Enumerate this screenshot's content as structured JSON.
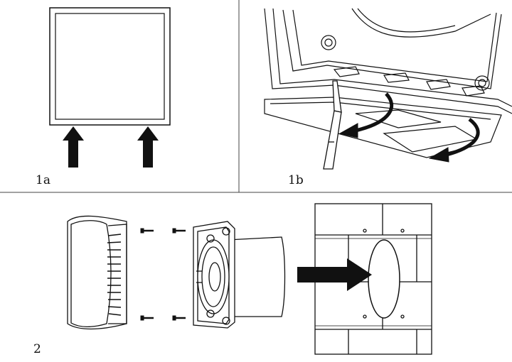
{
  "panels": [
    {
      "label": "1a"
    },
    {
      "label": "1b"
    },
    {
      "label": "2"
    }
  ],
  "colors": {
    "ink": "#111111",
    "paper": "#ffffff",
    "shade": "#e9e9e9"
  }
}
